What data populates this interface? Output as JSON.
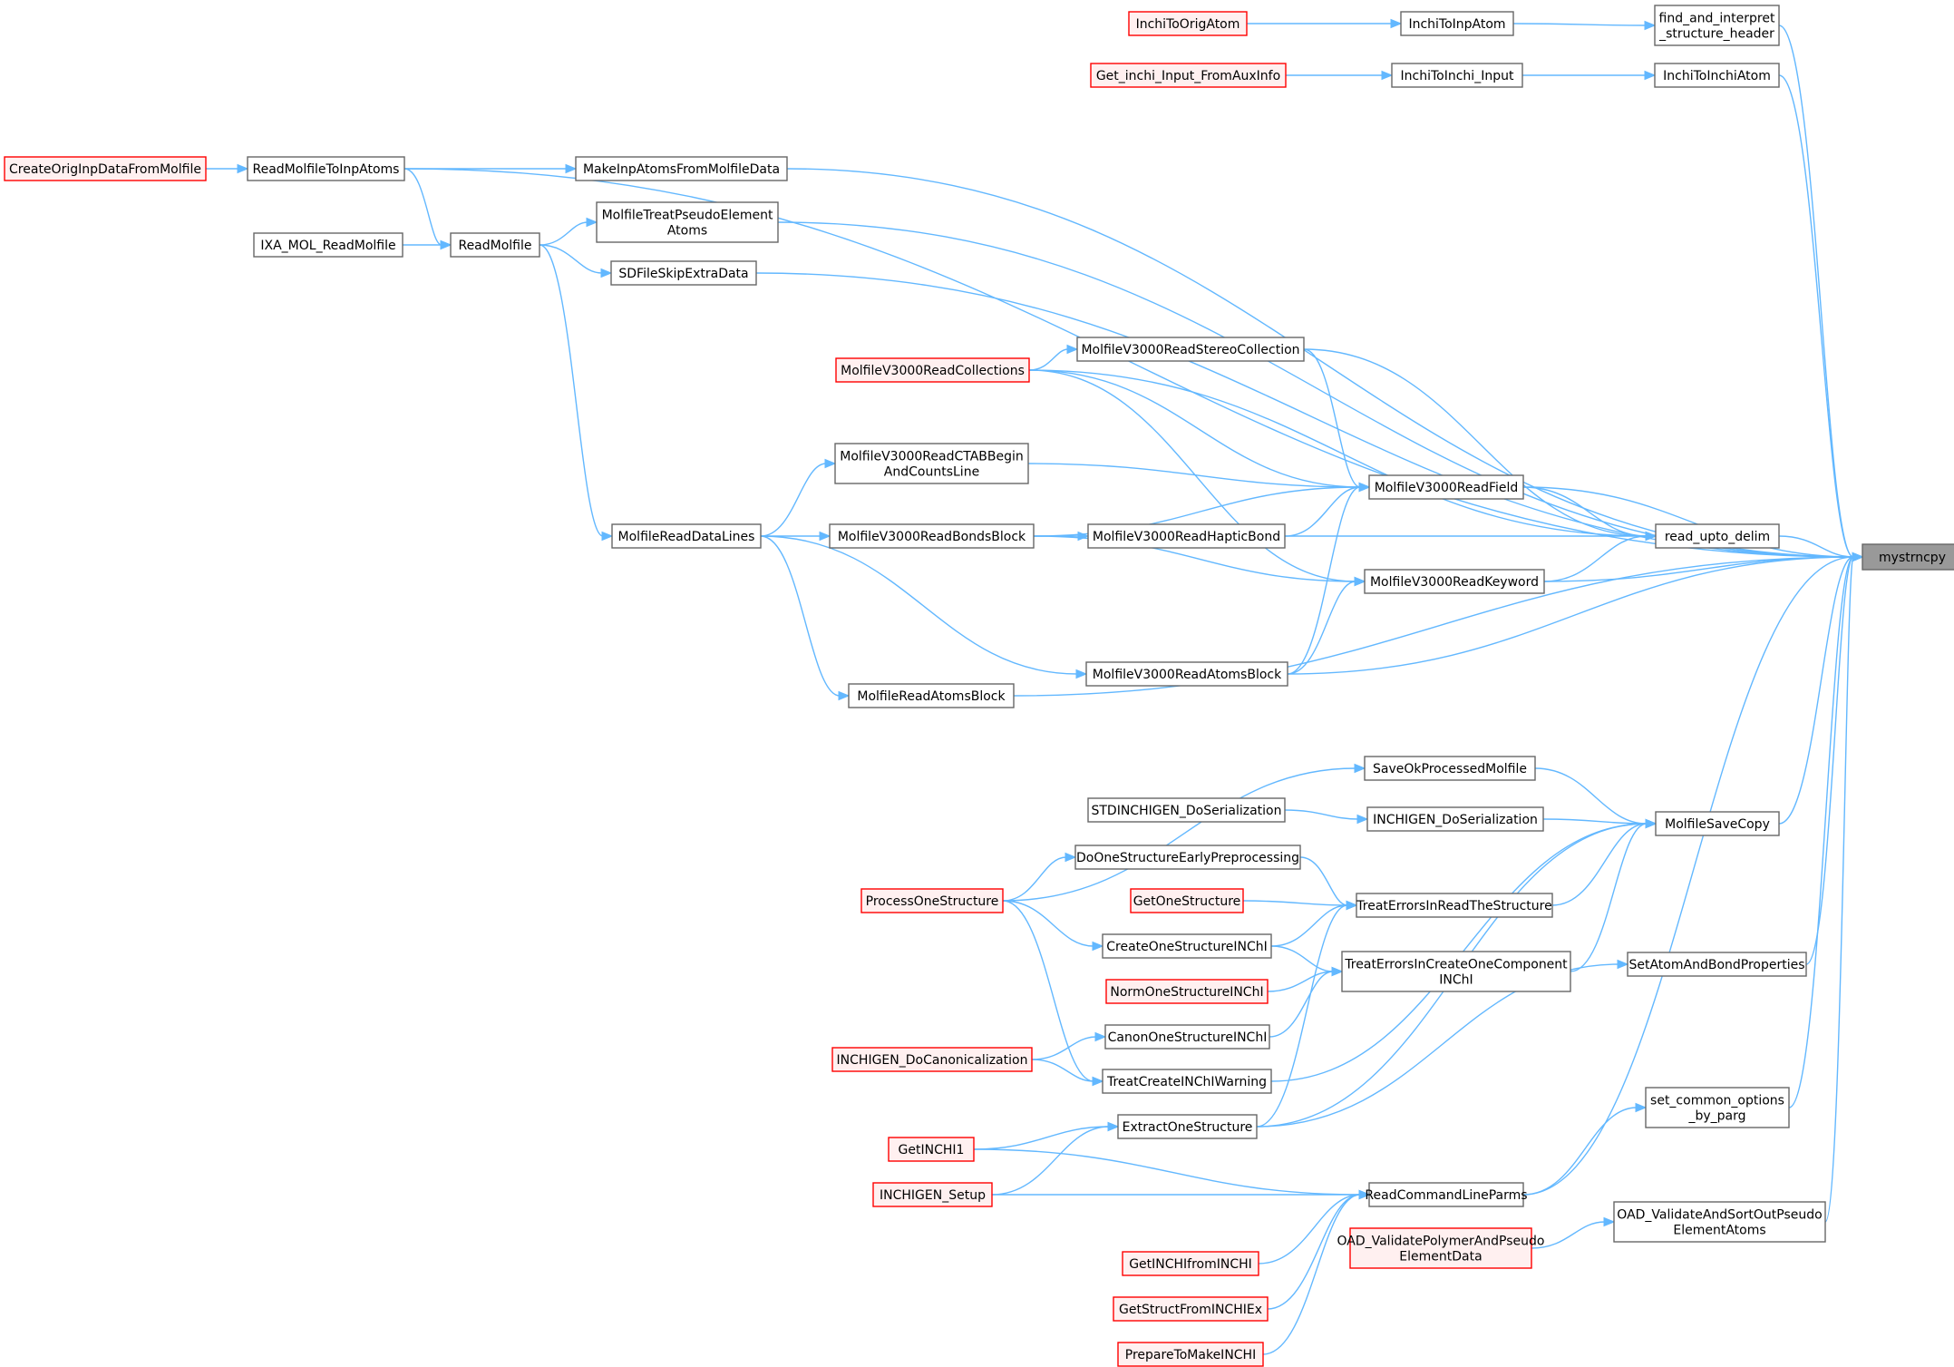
{
  "graph": {
    "colors": {
      "edge": "#63b8ff",
      "node_border": "#666666",
      "node_fill": "#ffffff",
      "truncated_border": "#ff0000",
      "truncated_fill": "#fff0f0",
      "root_fill": "#999999"
    },
    "nodes": [
      {
        "id": "mystrncpy",
        "lines": [
          "mystrncpy"
        ],
        "style": "root"
      },
      {
        "id": "find_and_interpret",
        "lines": [
          "find_and_interpret",
          "_structure_header"
        ],
        "style": "normal"
      },
      {
        "id": "InchiToInpAtom",
        "lines": [
          "InchiToInpAtom"
        ],
        "style": "normal"
      },
      {
        "id": "InchiToOrigAtom",
        "lines": [
          "InchiToOrigAtom"
        ],
        "style": "truncated"
      },
      {
        "id": "InchiToInchiAtom",
        "lines": [
          "InchiToInchiAtom"
        ],
        "style": "normal"
      },
      {
        "id": "InchiToInchi_Input",
        "lines": [
          "InchiToInchi_Input"
        ],
        "style": "normal"
      },
      {
        "id": "Get_inchi_Input_FromAuxInfo",
        "lines": [
          "Get_inchi_Input_FromAuxInfo"
        ],
        "style": "truncated"
      },
      {
        "id": "ReadMolfileToInpAtoms",
        "lines": [
          "ReadMolfileToInpAtoms"
        ],
        "style": "normal"
      },
      {
        "id": "CreateOrigInpDataFromMolfile",
        "lines": [
          "CreateOrigInpDataFromMolfile"
        ],
        "style": "truncated"
      },
      {
        "id": "MakeInpAtomsFromMolfileData",
        "lines": [
          "MakeInpAtomsFromMolfileData"
        ],
        "style": "normal"
      },
      {
        "id": "MolfileTreatPseudoElementAtoms",
        "lines": [
          "MolfileTreatPseudoElement",
          "Atoms"
        ],
        "style": "normal"
      },
      {
        "id": "ReadMolfile",
        "lines": [
          "ReadMolfile"
        ],
        "style": "normal"
      },
      {
        "id": "IXA_MOL_ReadMolfile",
        "lines": [
          "IXA_MOL_ReadMolfile"
        ],
        "style": "normal"
      },
      {
        "id": "SDFileSkipExtraData",
        "lines": [
          "SDFileSkipExtraData"
        ],
        "style": "normal"
      },
      {
        "id": "MolfileV3000ReadStereoCollection",
        "lines": [
          "MolfileV3000ReadStereoCollection"
        ],
        "style": "normal"
      },
      {
        "id": "MolfileV3000ReadCollections",
        "lines": [
          "MolfileV3000ReadCollections"
        ],
        "style": "truncated"
      },
      {
        "id": "MolfileV3000ReadCTABBeginAndCountsLine",
        "lines": [
          "MolfileV3000ReadCTABBegin",
          "AndCountsLine"
        ],
        "style": "normal"
      },
      {
        "id": "MolfileV3000ReadField",
        "lines": [
          "MolfileV3000ReadField"
        ],
        "style": "normal"
      },
      {
        "id": "read_upto_delim",
        "lines": [
          "read_upto_delim"
        ],
        "style": "normal"
      },
      {
        "id": "MolfileReadDataLines",
        "lines": [
          "MolfileReadDataLines"
        ],
        "style": "normal"
      },
      {
        "id": "MolfileV3000ReadBondsBlock",
        "lines": [
          "MolfileV3000ReadBondsBlock"
        ],
        "style": "normal"
      },
      {
        "id": "MolfileV3000ReadHapticBond",
        "lines": [
          "MolfileV3000ReadHapticBond"
        ],
        "style": "normal"
      },
      {
        "id": "MolfileV3000ReadKeyword",
        "lines": [
          "MolfileV3000ReadKeyword"
        ],
        "style": "normal"
      },
      {
        "id": "MolfileV3000ReadAtomsBlock",
        "lines": [
          "MolfileV3000ReadAtomsBlock"
        ],
        "style": "normal"
      },
      {
        "id": "MolfileReadAtomsBlock",
        "lines": [
          "MolfileReadAtomsBlock"
        ],
        "style": "normal"
      },
      {
        "id": "SaveOkProcessedMolfile",
        "lines": [
          "SaveOkProcessedMolfile"
        ],
        "style": "normal"
      },
      {
        "id": "STDINCHIGEN_DoSerialization",
        "lines": [
          "STDINCHIGEN_DoSerialization"
        ],
        "style": "normal"
      },
      {
        "id": "INCHIGEN_DoSerialization",
        "lines": [
          "INCHIGEN_DoSerialization"
        ],
        "style": "normal"
      },
      {
        "id": "MolfileSaveCopy",
        "lines": [
          "MolfileSaveCopy"
        ],
        "style": "normal"
      },
      {
        "id": "DoOneStructureEarlyPreprocessing",
        "lines": [
          "DoOneStructureEarlyPreprocessing"
        ],
        "style": "normal"
      },
      {
        "id": "ProcessOneStructure",
        "lines": [
          "ProcessOneStructure"
        ],
        "style": "truncated"
      },
      {
        "id": "GetOneStructure",
        "lines": [
          "GetOneStructure"
        ],
        "style": "truncated"
      },
      {
        "id": "TreatErrorsInReadTheStructure",
        "lines": [
          "TreatErrorsInReadTheStructure"
        ],
        "style": "normal"
      },
      {
        "id": "CreateOneStructureINChI",
        "lines": [
          "CreateOneStructureINChI"
        ],
        "style": "normal"
      },
      {
        "id": "TreatErrorsInCreateOneComponentINChI",
        "lines": [
          "TreatErrorsInCreateOneComponent",
          "INChI"
        ],
        "style": "normal"
      },
      {
        "id": "SetAtomAndBondProperties",
        "lines": [
          "SetAtomAndBondProperties"
        ],
        "style": "normal"
      },
      {
        "id": "NormOneStructureINChI",
        "lines": [
          "NormOneStructureINChI"
        ],
        "style": "truncated"
      },
      {
        "id": "CanonOneStructureINChI",
        "lines": [
          "CanonOneStructureINChI"
        ],
        "style": "normal"
      },
      {
        "id": "INCHIGEN_DoCanonicalization",
        "lines": [
          "INCHIGEN_DoCanonicalization"
        ],
        "style": "truncated"
      },
      {
        "id": "TreatCreateINChIWarning",
        "lines": [
          "TreatCreateINChIWarning"
        ],
        "style": "normal"
      },
      {
        "id": "set_common_options_by_parg",
        "lines": [
          "set_common_options",
          "_by_parg"
        ],
        "style": "normal"
      },
      {
        "id": "ExtractOneStructure",
        "lines": [
          "ExtractOneStructure"
        ],
        "style": "normal"
      },
      {
        "id": "GetINCHI1",
        "lines": [
          "GetINCHI1"
        ],
        "style": "truncated"
      },
      {
        "id": "ReadCommandLineParms",
        "lines": [
          "ReadCommandLineParms"
        ],
        "style": "normal"
      },
      {
        "id": "INCHIGEN_Setup",
        "lines": [
          "INCHIGEN_Setup"
        ],
        "style": "truncated"
      },
      {
        "id": "OAD_ValidateAndSortOutPseudoElementAtoms",
        "lines": [
          "OAD_ValidateAndSortOutPseudo",
          "ElementAtoms"
        ],
        "style": "normal"
      },
      {
        "id": "OAD_ValidatePolymerAndPseudoElementData",
        "lines": [
          "OAD_ValidatePolymerAndPseudo",
          "ElementData"
        ],
        "style": "truncated"
      },
      {
        "id": "GetINCHIfromINCHI",
        "lines": [
          "GetINCHIfromINCHI"
        ],
        "style": "truncated"
      },
      {
        "id": "GetStructFromINCHIEx",
        "lines": [
          "GetStructFromINCHIEx"
        ],
        "style": "truncated"
      },
      {
        "id": "PrepareToMakeINCHI",
        "lines": [
          "PrepareToMakeINCHI"
        ],
        "style": "truncated"
      }
    ],
    "edges": [
      [
        "find_and_interpret",
        "mystrncpy"
      ],
      [
        "InchiToInpAtom",
        "find_and_interpret"
      ],
      [
        "InchiToOrigAtom",
        "InchiToInpAtom"
      ],
      [
        "InchiToInchiAtom",
        "mystrncpy"
      ],
      [
        "InchiToInchi_Input",
        "InchiToInchiAtom"
      ],
      [
        "Get_inchi_Input_FromAuxInfo",
        "InchiToInchi_Input"
      ],
      [
        "ReadMolfileToInpAtoms",
        "mystrncpy"
      ],
      [
        "ReadMolfileToInpAtoms",
        "CreateOrigInpDataFromMolfile"
      ],
      [
        "MakeInpAtomsFromMolfileData",
        "ReadMolfileToInpAtoms"
      ],
      [
        "MakeInpAtomsFromMolfileData",
        "mystrncpy"
      ],
      [
        "ReadMolfile",
        "ReadMolfileToInpAtoms"
      ],
      [
        "ReadMolfile",
        "IXA_MOL_ReadMolfile"
      ],
      [
        "MolfileTreatPseudoElementAtoms",
        "ReadMolfile"
      ],
      [
        "MolfileTreatPseudoElementAtoms",
        "mystrncpy"
      ],
      [
        "SDFileSkipExtraData",
        "ReadMolfile"
      ],
      [
        "SDFileSkipExtraData",
        "mystrncpy"
      ],
      [
        "MolfileReadDataLines",
        "ReadMolfile"
      ],
      [
        "MolfileV3000ReadStereoCollection",
        "MolfileV3000ReadCollections"
      ],
      [
        "MolfileV3000ReadField",
        "MolfileV3000ReadStereoCollection"
      ],
      [
        "MolfileV3000ReadField",
        "MolfileV3000ReadCollections"
      ],
      [
        "MolfileV3000ReadField",
        "MolfileV3000ReadCTABBeginAndCountsLine"
      ],
      [
        "MolfileV3000ReadField",
        "MolfileV3000ReadBondsBlock"
      ],
      [
        "MolfileV3000ReadField",
        "MolfileV3000ReadHapticBond"
      ],
      [
        "MolfileV3000ReadField",
        "MolfileV3000ReadAtomsBlock"
      ],
      [
        "MolfileV3000ReadField",
        "mystrncpy"
      ],
      [
        "read_upto_delim",
        "MolfileV3000ReadField"
      ],
      [
        "read_upto_delim",
        "MolfileV3000ReadCollections"
      ],
      [
        "read_upto_delim",
        "MolfileV3000ReadStereoCollection"
      ],
      [
        "read_upto_delim",
        "MolfileV3000ReadHapticBond"
      ],
      [
        "read_upto_delim",
        "MolfileV3000ReadKeyword"
      ],
      [
        "read_upto_delim",
        "mystrncpy"
      ],
      [
        "MolfileV3000ReadCTABBeginAndCountsLine",
        "MolfileReadDataLines"
      ],
      [
        "MolfileV3000ReadBondsBlock",
        "MolfileReadDataLines"
      ],
      [
        "MolfileV3000ReadHapticBond",
        "MolfileV3000ReadBondsBlock"
      ],
      [
        "MolfileV3000ReadKeyword",
        "MolfileV3000ReadCollections"
      ],
      [
        "MolfileV3000ReadKeyword",
        "MolfileV3000ReadBondsBlock"
      ],
      [
        "MolfileV3000ReadKeyword",
        "MolfileV3000ReadAtomsBlock"
      ],
      [
        "MolfileV3000ReadKeyword",
        "mystrncpy"
      ],
      [
        "MolfileV3000ReadAtomsBlock",
        "MolfileReadDataLines"
      ],
      [
        "MolfileV3000ReadAtomsBlock",
        "mystrncpy"
      ],
      [
        "MolfileReadAtomsBlock",
        "MolfileReadDataLines"
      ],
      [
        "MolfileReadAtomsBlock",
        "mystrncpy"
      ],
      [
        "MolfileSaveCopy",
        "mystrncpy"
      ],
      [
        "MolfileSaveCopy",
        "SaveOkProcessedMolfile"
      ],
      [
        "MolfileSaveCopy",
        "INCHIGEN_DoSerialization"
      ],
      [
        "MolfileSaveCopy",
        "TreatErrorsInReadTheStructure"
      ],
      [
        "MolfileSaveCopy",
        "TreatErrorsInCreateOneComponentINChI"
      ],
      [
        "MolfileSaveCopy",
        "TreatCreateINChIWarning"
      ],
      [
        "MolfileSaveCopy",
        "ExtractOneStructure"
      ],
      [
        "SaveOkProcessedMolfile",
        "ProcessOneStructure"
      ],
      [
        "INCHIGEN_DoSerialization",
        "STDINCHIGEN_DoSerialization"
      ],
      [
        "DoOneStructureEarlyPreprocessing",
        "ProcessOneStructure"
      ],
      [
        "TreatErrorsInReadTheStructure",
        "DoOneStructureEarlyPreprocessing"
      ],
      [
        "TreatErrorsInReadTheStructure",
        "GetOneStructure"
      ],
      [
        "TreatErrorsInReadTheStructure",
        "CreateOneStructureINChI"
      ],
      [
        "TreatErrorsInReadTheStructure",
        "ExtractOneStructure"
      ],
      [
        "CreateOneStructureINChI",
        "ProcessOneStructure"
      ],
      [
        "TreatErrorsInCreateOneComponentINChI",
        "CreateOneStructureINChI"
      ],
      [
        "TreatErrorsInCreateOneComponentINChI",
        "NormOneStructureINChI"
      ],
      [
        "TreatErrorsInCreateOneComponentINChI",
        "CanonOneStructureINChI"
      ],
      [
        "CanonOneStructureINChI",
        "INCHIGEN_DoCanonicalization"
      ],
      [
        "TreatCreateINChIWarning",
        "ProcessOneStructure"
      ],
      [
        "TreatCreateINChIWarning",
        "INCHIGEN_DoCanonicalization"
      ],
      [
        "SetAtomAndBondProperties",
        "mystrncpy"
      ],
      [
        "SetAtomAndBondProperties",
        "ExtractOneStructure"
      ],
      [
        "ExtractOneStructure",
        "GetINCHI1"
      ],
      [
        "ExtractOneStructure",
        "INCHIGEN_Setup"
      ],
      [
        "ReadCommandLineParms",
        "mystrncpy"
      ],
      [
        "ReadCommandLineParms",
        "GetINCHI1"
      ],
      [
        "ReadCommandLineParms",
        "INCHIGEN_Setup"
      ],
      [
        "ReadCommandLineParms",
        "GetINCHIfromINCHI"
      ],
      [
        "ReadCommandLineParms",
        "GetStructFromINCHIEx"
      ],
      [
        "ReadCommandLineParms",
        "PrepareToMakeINCHI"
      ],
      [
        "set_common_options_by_parg",
        "mystrncpy"
      ],
      [
        "set_common_options_by_parg",
        "ReadCommandLineParms"
      ],
      [
        "OAD_ValidateAndSortOutPseudoElementAtoms",
        "mystrncpy"
      ],
      [
        "OAD_ValidateAndSortOutPseudoElementAtoms",
        "OAD_ValidatePolymerAndPseudoElementData"
      ]
    ]
  }
}
